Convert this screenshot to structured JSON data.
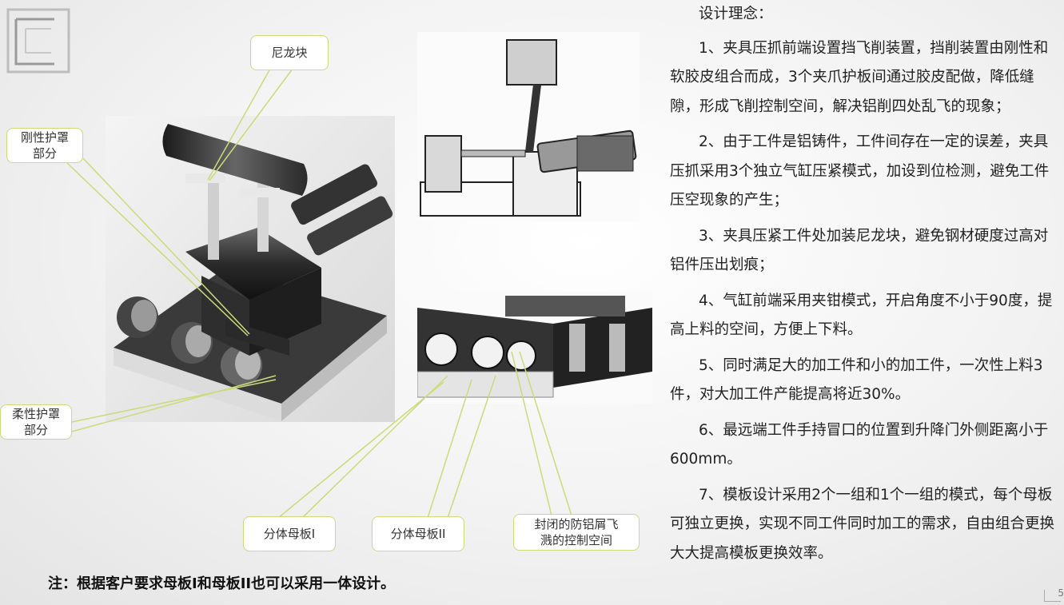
{
  "labels": {
    "nylon": "尼龙块",
    "rigid_cover": "刚性护罩\n部分",
    "soft_cover": "柔性护罩\n部分",
    "board_1": "分体母板I",
    "board_2": "分体母板II",
    "sealed_space": "封闭的防铝屑飞\n溅的控制空间"
  },
  "design": {
    "heading": "设计理念：",
    "items": [
      "1、夹具压抓前端设置挡飞削装置，挡削装置由刚性和软胶皮组合而成，3个夹爪护板间通过胶皮配做，降低缝隙，形成飞削控制空间，解决铝削四处乱飞的现象；",
      "2、由于工件是铝铸件，工件间存在一定的误差，夹具压抓采用3个独立气缸压紧模式，加设到位检测，避免工件压空现象的产生；",
      "3、夹具压紧工件处加装尼龙块，避免钢材硬度过高对铝件压出划痕；",
      "4、气缸前端采用夹钳模式，开启角度不小于90度，提高上料的空间，方便上下料。",
      "5、同时满足大的加工件和小的加工件，一次性上料3件，对大加工件产能提高将近30%。",
      "6、最远端工件手持冒口的位置到升降门外侧距离小于600mm。",
      "7、模板设计采用2个一组和1个一组的模式，每个母板可独立更换，实现不同工件同时加工的需求，自由组合更换大大提高模板更换效率。"
    ]
  },
  "note": "注：根据客户要求母板I和母板II也可以采用一体设计。",
  "page_number": "5",
  "colors": {
    "accent": "#c8dc7a",
    "text": "#222222"
  }
}
